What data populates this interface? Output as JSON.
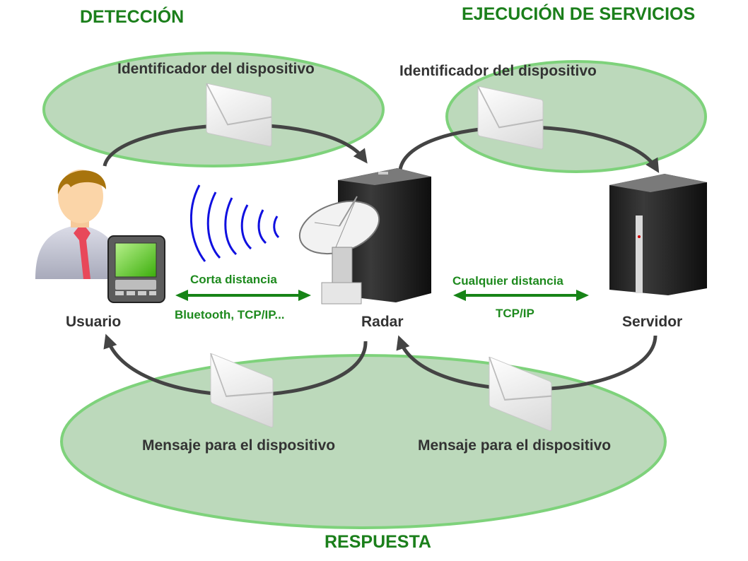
{
  "colors": {
    "ellipse_fill": "#bcd9bb",
    "ellipse_stroke": "#7ed27b",
    "phase_text": "#1b7f1b",
    "link_text": "#1e8a1e",
    "link_arrow": "#178417",
    "flow_arrow": "#444444",
    "label_text": "#333333",
    "waves": "#1010e0"
  },
  "phases": {
    "detection": "DETECCIÓN",
    "execution": "EJECUCIÓN DE SERVICIOS",
    "response": "RESPUESTA"
  },
  "messages": {
    "detection": "Identificador del dispositivo",
    "execution": "Identificador del dispositivo",
    "response_radar_to_user": "Mensaje para el dispositivo",
    "response_server_to_radar": "Mensaje para el dispositivo"
  },
  "nodes": {
    "user": "Usuario",
    "radar": "Radar",
    "server": "Servidor"
  },
  "links": {
    "user_radar": {
      "title": "Corta distancia",
      "protocol": "Bluetooth, TCP/IP..."
    },
    "radar_server": {
      "title": "Cualquier distancia",
      "protocol": "TCP/IP"
    }
  },
  "icons": {
    "envelope": "envelope-icon",
    "user": "person-icon",
    "pda": "pda-device-icon",
    "radar": "radar-dish-icon",
    "computer": "desktop-tower-icon",
    "signal": "wireless-signal-icon"
  }
}
